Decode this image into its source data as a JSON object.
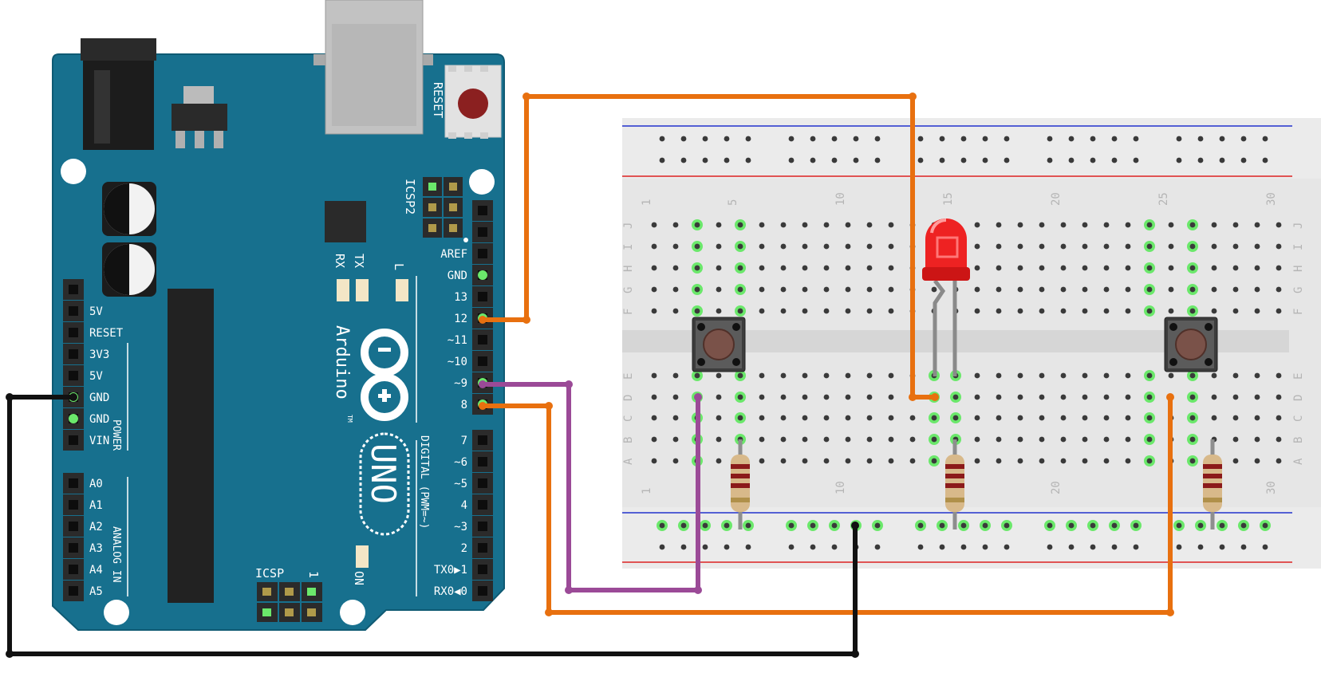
{
  "arduino": {
    "reset_label": "RESET",
    "icsp2_label": "ICSP2",
    "icsp_label": "ICSP",
    "icsp_pin1_label": "1",
    "rx_label": "RX",
    "tx_label": "TX",
    "l_label": "L",
    "on_label": "ON",
    "brand_label": "Arduino",
    "tm_label": "TM",
    "model_label": "UNO",
    "digital_section_label": "DIGITAL (PWM=~)",
    "power_section_label": "POWER",
    "analog_section_label": "ANALOG IN",
    "digital_pins_top": [
      "AREF",
      "GND",
      "13",
      "12",
      "~11",
      "~10",
      "~9",
      "8"
    ],
    "digital_pins_bottom": [
      "7",
      "~6",
      "~5",
      "4",
      "~3",
      "2",
      "TX0▶1",
      "RX0◀0"
    ],
    "power_pins": [
      "5V",
      "RESET",
      "3V3",
      "5V",
      "GND",
      "GND",
      "VIN"
    ],
    "analog_pins": [
      "A0",
      "A1",
      "A2",
      "A3",
      "A4",
      "A5"
    ]
  },
  "breadboard": {
    "column_numbers_top": [
      "1",
      "5",
      "10",
      "15",
      "20",
      "25",
      "30"
    ],
    "column_numbers_bottom": [
      "1",
      "10",
      "20",
      "30"
    ],
    "row_letters_top": [
      "J",
      "I",
      "H",
      "G",
      "F"
    ],
    "row_letters_bottom": [
      "E",
      "D",
      "C",
      "B",
      "A"
    ]
  },
  "components": [
    {
      "name": "pushbutton",
      "count": 2
    },
    {
      "name": "red-led",
      "count": 1
    },
    {
      "name": "resistor",
      "count": 3
    }
  ],
  "colors": {
    "board": "#17708e",
    "board_edge": "#0f5a73",
    "wire_orange": "#e8700f",
    "wire_purple": "#9b4a97",
    "wire_black": "#111111",
    "led_red": "#ee2222",
    "breadboard": "#e4e4e4",
    "rail_blue": "#2233cc",
    "rail_red": "#dd2222",
    "highlight_green": "#6be86b"
  }
}
